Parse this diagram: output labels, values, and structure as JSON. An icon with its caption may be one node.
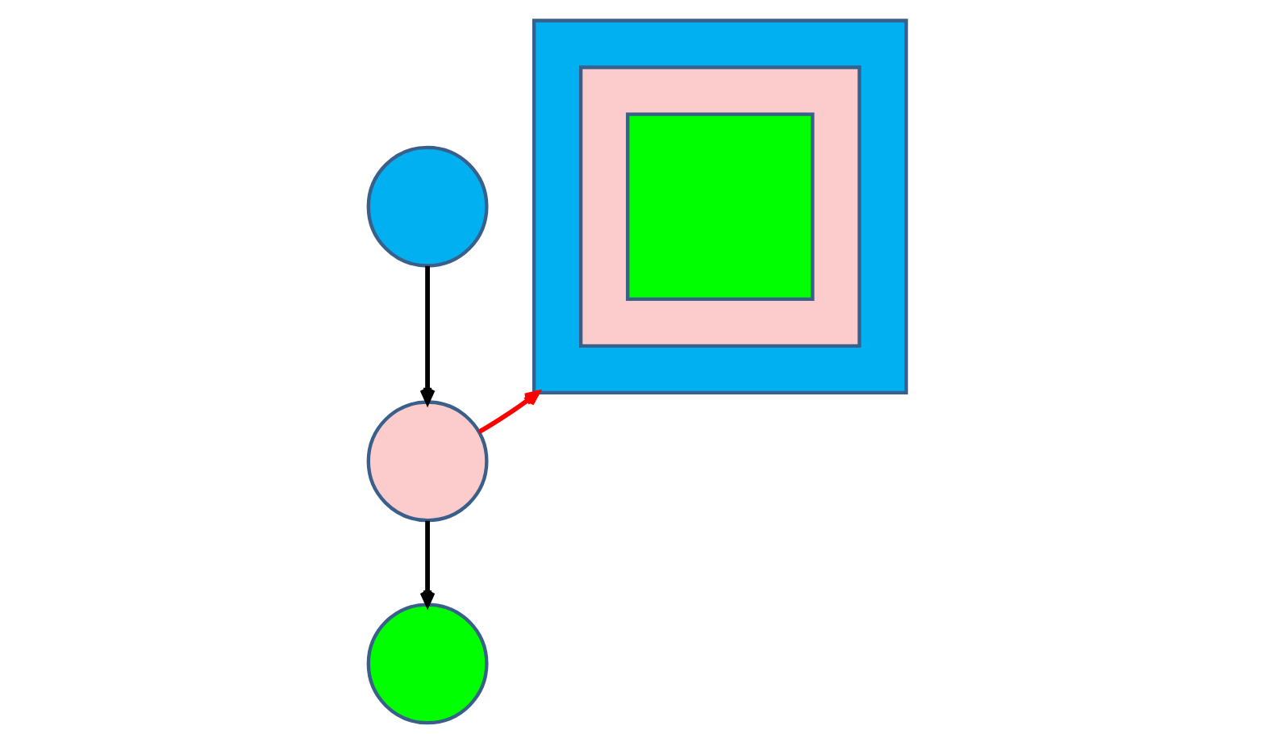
{
  "diagram": {
    "nodes": [
      {
        "text": [],
        "shape": "circle"
      },
      {
        "text": [],
        "shape": "circle"
      },
      {
        "text": [],
        "shape": "circle"
      },
      {
        "text": [],
        "shape": "box"
      },
      {
        "text": [],
        "shape": "box",
        "in": 3
      },
      {
        "text": [],
        "shape": "box",
        "in": 4
      }
    ],
    "edges": [
      {
        "from": 0,
        "to": 1,
        "arrow": "to"
      },
      {
        "from": 1,
        "to": 2,
        "arrow": "to"
      },
      {
        "from": 1,
        "to": 3,
        "arrow": "to",
        "color": "#ff0000"
      }
    ]
  }
}
